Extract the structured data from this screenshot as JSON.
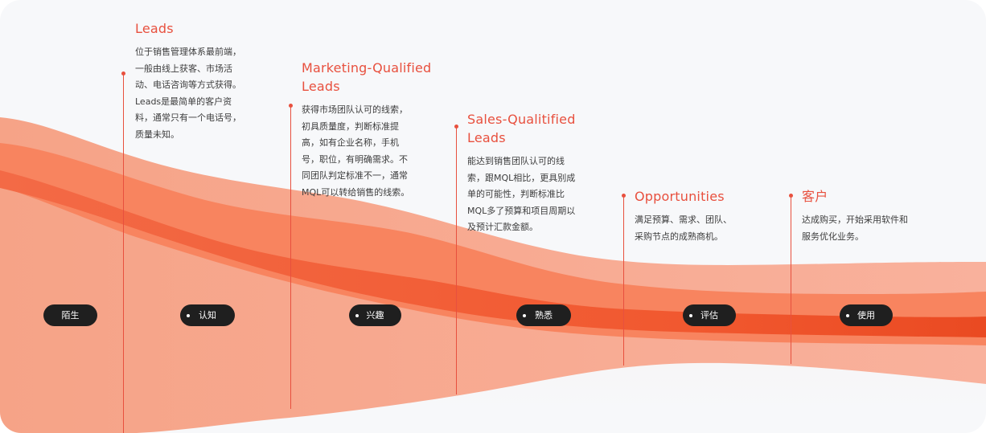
{
  "stages": [
    {
      "id": "stranger",
      "label": "陌生"
    },
    {
      "id": "awareness",
      "label": "认知"
    },
    {
      "id": "interest",
      "label": "兴趣"
    },
    {
      "id": "familiar",
      "label": "熟悉"
    },
    {
      "id": "evaluate",
      "label": "评估"
    },
    {
      "id": "use",
      "label": "使用"
    }
  ],
  "blocks": [
    {
      "id": "leads",
      "title": "Leads",
      "body": "位于销售管理体系最前端，\n一般由线上获客、市场活\n动、电话咨询等方式获得。\nLeads是最简单的客户资\n料，通常只有一个电话号，\n质量未知。"
    },
    {
      "id": "mql",
      "title": "Marketing-Qualified\nLeads",
      "body": "获得市场团队认可的线索，\n初具质量度，判断标准提\n高，如有企业名称，手机\n号，职位，有明确需求。不\n同团队判定标准不一，通常\nMQL可以转给销售的线索。"
    },
    {
      "id": "sql",
      "title": "Sales-Qualitified\nLeads",
      "body": "能达到销售团队认可的线\n索，跟MQL相比，更具别成\n单的可能性，判断标准比\nMQL多了预算和项目周期以\n及预计汇款金额。"
    },
    {
      "id": "opportunities",
      "title": "Opportunities",
      "body": "满足预算、需求、团队、\n采购节点的成熟商机。"
    },
    {
      "id": "customer",
      "title": "客户",
      "body": "达成购买，开始采用软件和\n服务优化业务。"
    }
  ],
  "colors": {
    "accent": "#e8503e",
    "background": "#f7f8fa",
    "pill": "#1f1f1f",
    "band_light": "#f8a98f",
    "band_mid": "#f77a56",
    "band_deep": "#f0502d",
    "body_text": "#3d3d3d"
  }
}
